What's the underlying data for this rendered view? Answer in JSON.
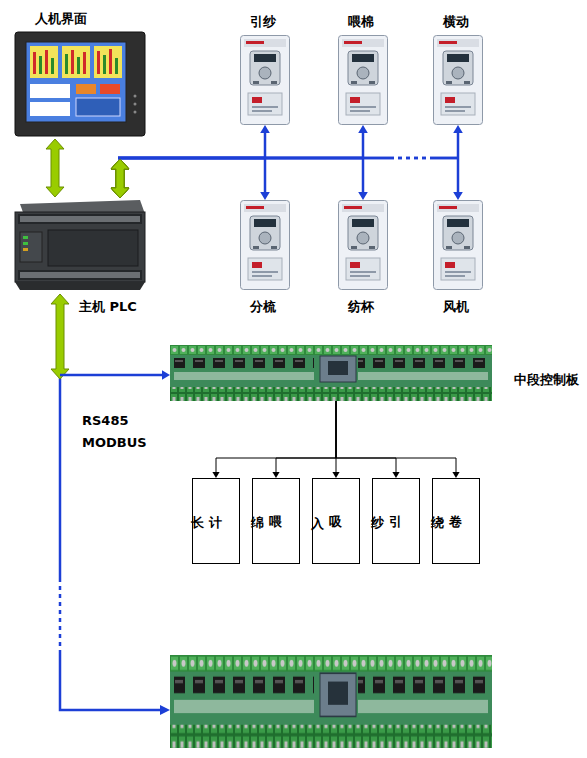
{
  "diagram": {
    "nodes": [
      {
        "text": [
          "人机界面"
        ]
      },
      {
        "text": [
          "引纱"
        ]
      },
      {
        "text": [
          "喂棉"
        ]
      },
      {
        "text": [
          "横动"
        ]
      },
      {
        "text": [
          "分梳"
        ]
      },
      {
        "text": [
          "纺杯"
        ]
      },
      {
        "text": [
          "风机"
        ]
      },
      {
        "text": [
          "主机 PLC"
        ]
      },
      {
        "text": [
          "中段控制板"
        ]
      },
      {
        "text": [
          "计长"
        ]
      },
      {
        "text": [
          "喂绵"
        ]
      },
      {
        "text": [
          "吸入"
        ]
      },
      {
        "text": [
          "引纱"
        ]
      },
      {
        "text": [
          "卷绕"
        ]
      }
    ],
    "edges": [
      {
        "from": 0,
        "to": 7,
        "arrow": "both"
      },
      {
        "from": 7,
        "to": 1,
        "arrow": "both"
      },
      {
        "from": 7,
        "to": 2,
        "arrow": "both"
      },
      {
        "from": 7,
        "to": 3,
        "arrow": "both"
      },
      {
        "from": 7,
        "to": 4,
        "arrow": "both"
      },
      {
        "from": 7,
        "to": 5,
        "arrow": "both"
      },
      {
        "from": 7,
        "to": 6,
        "arrow": "both"
      },
      {
        "from": 7,
        "to": 8,
        "arrow": "both"
      },
      {
        "from": 8,
        "to": 9,
        "arrow": "to"
      },
      {
        "from": 8,
        "to": 10,
        "arrow": "to"
      },
      {
        "from": 8,
        "to": 11,
        "arrow": "to"
      },
      {
        "from": 8,
        "to": 12,
        "arrow": "to"
      },
      {
        "from": 8,
        "to": 13,
        "arrow": "to"
      }
    ],
    "labels": [
      "RS485 MODBUS"
    ]
  }
}
